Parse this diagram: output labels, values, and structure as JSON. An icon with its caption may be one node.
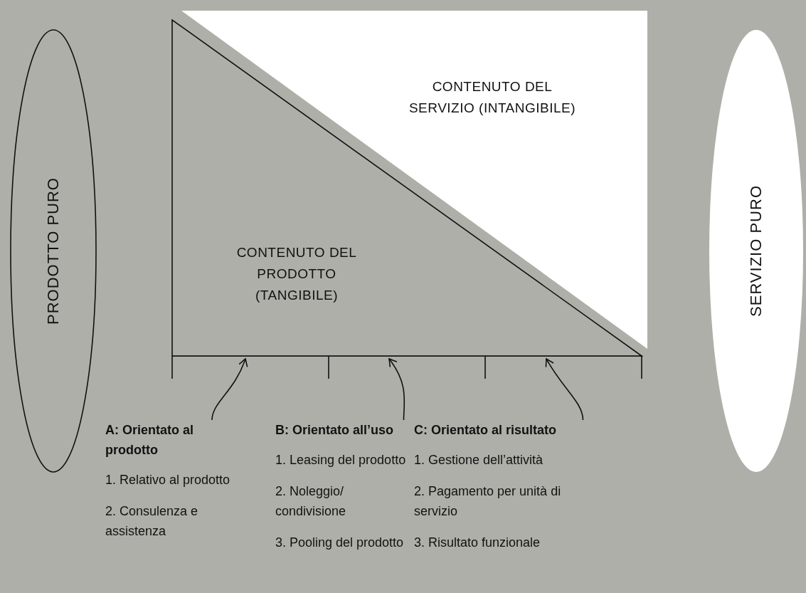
{
  "diagram": {
    "nodes": [
      {
        "text": [
          "PRODOTTO PURO"
        ]
      },
      {
        "text": [
          "SERVIZIO PURO"
        ]
      },
      {
        "text": [
          "CONTENUTO DEL SERVIZIO (INTANGIBILE)"
        ]
      },
      {
        "text": [
          "CONTENUTO DEL PRODOTTO (TANGIBILE)"
        ]
      },
      {
        "text": [
          "A: Orientato al prodotto",
          "1. Relativo al prodotto",
          "2. Consulenza e assistenza"
        ]
      },
      {
        "text": [
          "B: Orientato all’uso",
          "1. Leasing del prodotto",
          "2. Noleggio/ condivisione",
          "3. Pooling del prodotto"
        ]
      },
      {
        "text": [
          "C: Orientato al risultato",
          "1. Gestione dell’attività",
          "2. Pagamento per unità di servizio",
          "3. Risultato funzionale"
        ]
      }
    ],
    "edges": [
      {
        "from": 4,
        "to": 3,
        "arrow": "to"
      },
      {
        "from": 5,
        "to": 3,
        "arrow": "to"
      },
      {
        "from": 6,
        "to": 3,
        "arrow": "to"
      }
    ]
  }
}
